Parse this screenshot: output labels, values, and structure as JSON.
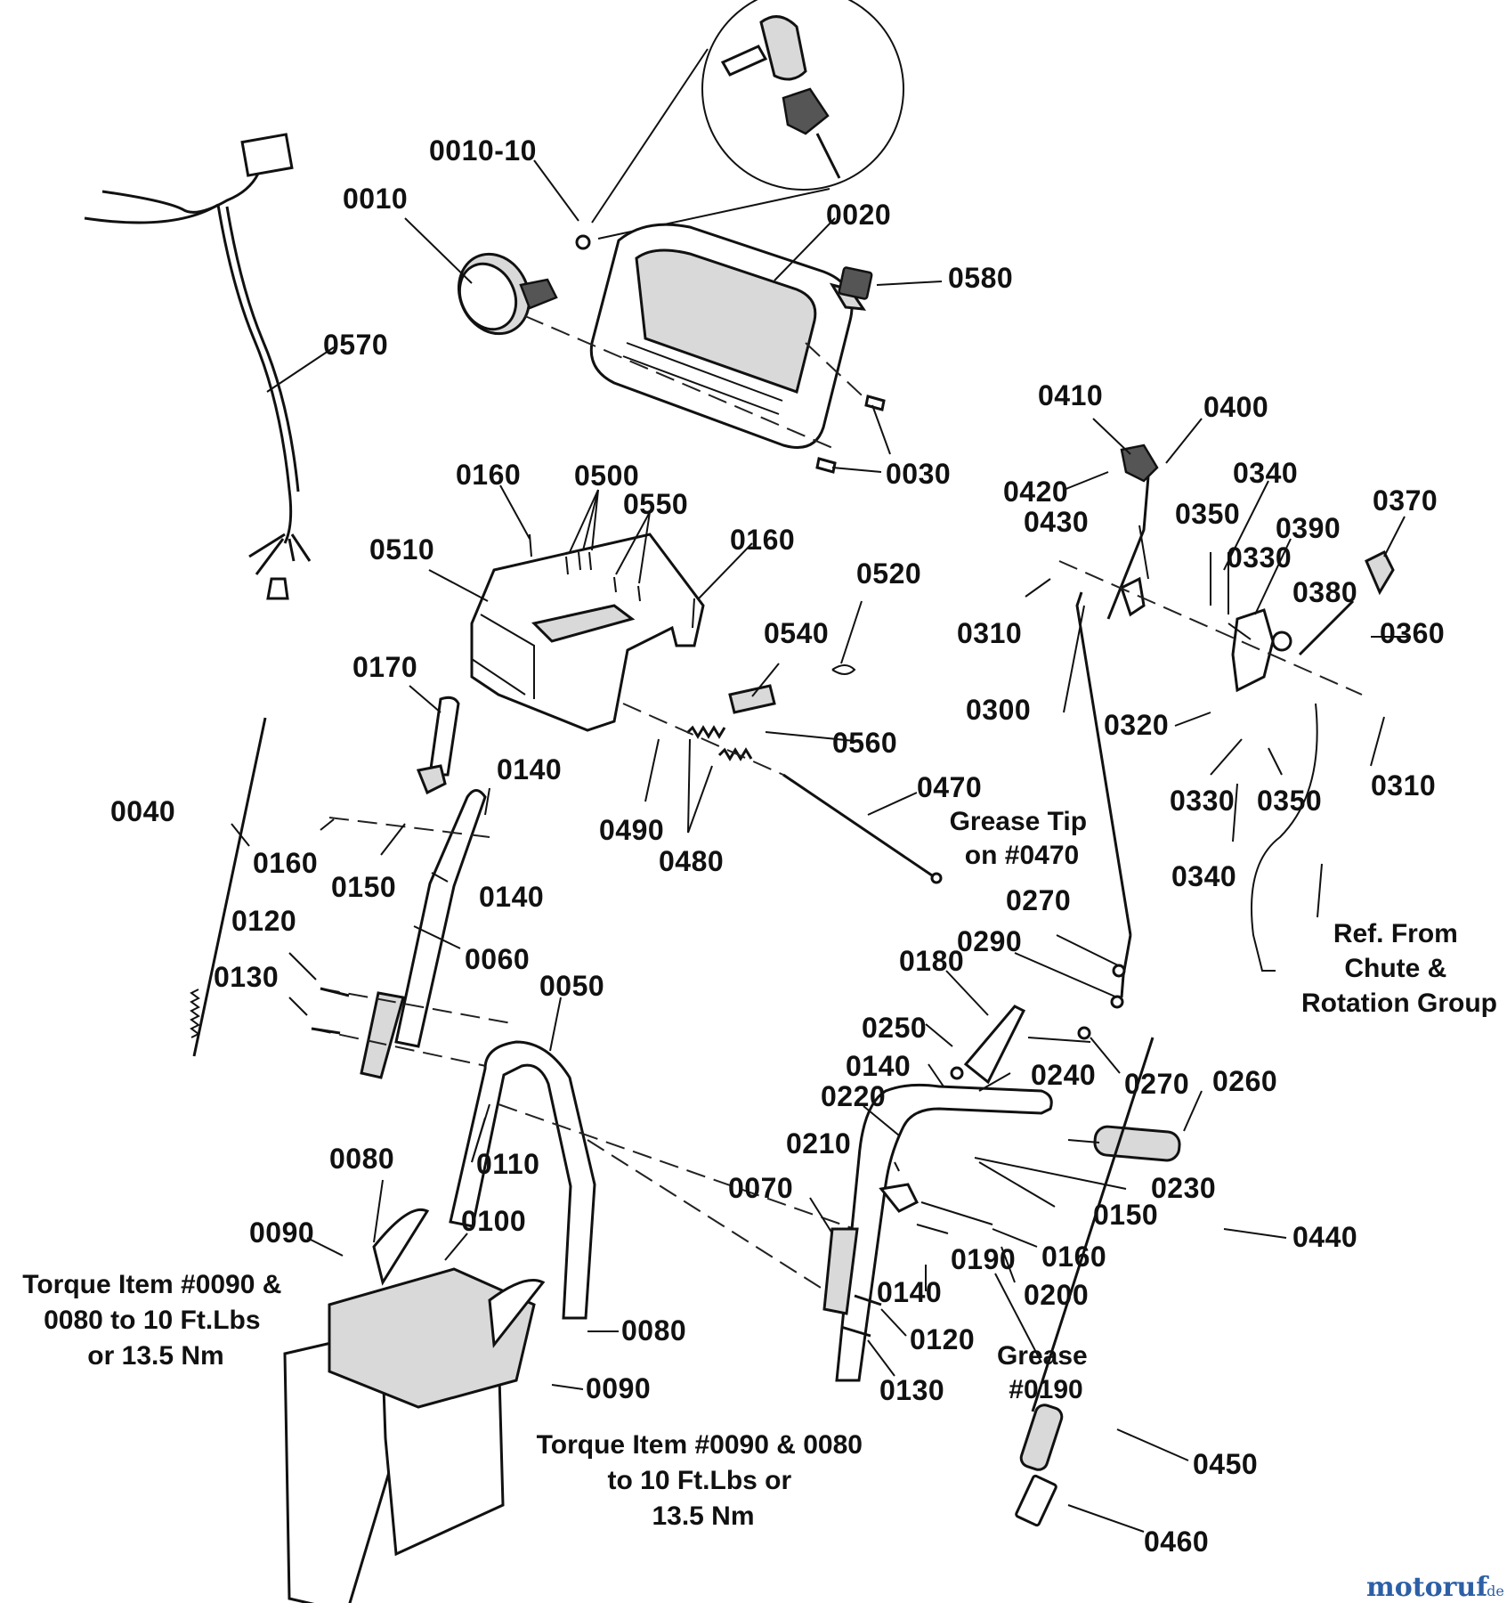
{
  "labels": {
    "l0010_10": "0010-10",
    "l0010": "0010",
    "l0020": "0020",
    "l0580": "0580",
    "l0570": "0570",
    "l0030": "0030",
    "l0410": "0410",
    "l0400": "0400",
    "l0420": "0420",
    "l0340a": "0340",
    "l0370": "0370",
    "l0160a": "0160",
    "l0500": "0500",
    "l0550": "0550",
    "l0430": "0430",
    "l0350a": "0350",
    "l0390": "0390",
    "l0510": "0510",
    "l0160b": "0160",
    "l0330a": "0330",
    "l0520": "0520",
    "l0310a": "0310",
    "l0380": "0380",
    "l0540": "0540",
    "l0360": "0360",
    "l0170": "0170",
    "l0300": "0300",
    "l0320": "0320",
    "l0560": "0560",
    "l0140a": "0140",
    "l0470": "0470",
    "l0330b": "0330",
    "l0350b": "0350",
    "l0310b": "0310",
    "l0040": "0040",
    "l0490": "0490",
    "l0160c": "0160",
    "l0150a": "0150",
    "l0140b": "0140",
    "l0480": "0480",
    "l0340b": "0340",
    "l0270a": "0270",
    "l0120a": "0120",
    "l0060": "0060",
    "l0290": "0290",
    "l0130a": "0130",
    "l0050": "0050",
    "l0180": "0180",
    "l0250": "0250",
    "l0270b": "0270",
    "l0140c": "0140",
    "l0240": "0240",
    "l0260": "0260",
    "l0220": "0220",
    "l0080a": "0080",
    "l0110": "0110",
    "l0210": "0210",
    "l0230": "0230",
    "l0070": "0070",
    "l0150b": "0150",
    "l0090a": "0090",
    "l0100": "0100",
    "l0160d": "0160",
    "l0440": "0440",
    "l0190": "0190",
    "l0140d": "0140",
    "l0200": "0200",
    "l0080b": "0080",
    "l0120b": "0120",
    "l0090b": "0090",
    "l0130b": "0130",
    "l0450": "0450",
    "l0460": "0460"
  },
  "notes": {
    "grease_tip": [
      "Grease Tip",
      "on #0470"
    ],
    "ref_from": [
      "Ref. From",
      "Chute &",
      "Rotation Group"
    ],
    "grease_0190": [
      "Grease",
      "#0190"
    ],
    "torque_left": [
      "Torque Item #0090 &",
      "0080 to 10 Ft.Lbs",
      "or 13.5 Nm"
    ],
    "torque_bottom": [
      "Torque Item #0090 & 0080",
      "to 10 Ft.Lbs or",
      "13.5 Nm"
    ]
  },
  "watermark": {
    "main": "motoruf",
    "suffix": ".de"
  }
}
